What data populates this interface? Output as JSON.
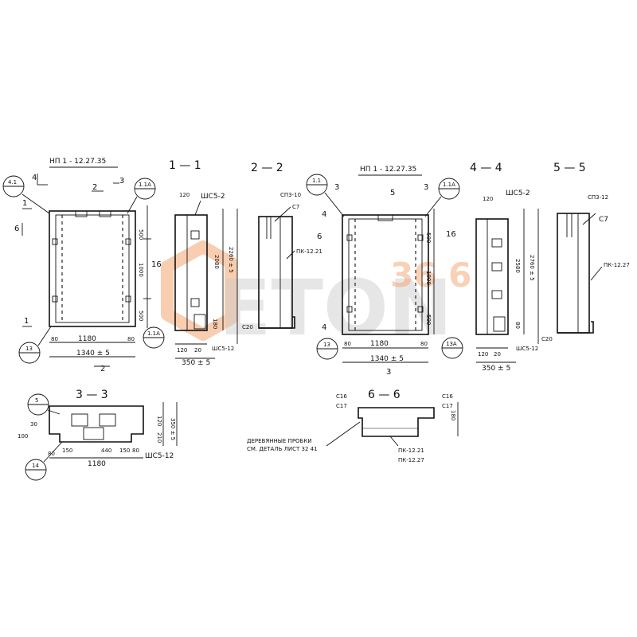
{
  "sections": {
    "np1_1235": "НП 1 - 12.27.35",
    "s11": "1 — 1",
    "s22": "2 — 2",
    "np1_1235b": "НП 1 - 12.27.35",
    "s44": "4 — 4",
    "s55": "5 — 5",
    "s33": "3 — 3",
    "s66": "6 — 6"
  },
  "dims": {
    "d1180": "1180",
    "d1340": "1340 ± 5",
    "d80": "80",
    "d500": "500",
    "d1000": "1000",
    "d2080": "2080",
    "d2260": "2260 ± 5",
    "d180": "180",
    "d350": "350 ± 5",
    "d20": "20",
    "d120": "120",
    "d2580": "2580",
    "d2760": "2760 ± 5",
    "d210": "210",
    "d440": "440",
    "d150": "150",
    "d30": "30",
    "d100": "100"
  },
  "refs": {
    "r41": "4.1",
    "r11a": "1.1А",
    "r13": "13",
    "r13a": "13А",
    "r11b": "1.1",
    "r5": "5",
    "r14": "14",
    "ns": "2",
    "n1": "1",
    "n3": "3",
    "n6": "6",
    "n16": "16",
    "n5": "5",
    "n4": "4"
  },
  "labels": {
    "shs52": "ШС5-2",
    "shs52b": "ШС5-12",
    "sp310": "СП3-10",
    "sp312": "СП3-12",
    "s7": "С7",
    "s20": "С20",
    "pk1221": "ПК-12.21",
    "pk1227": "ПК-12.27",
    "s16": "С16",
    "s17": "С17",
    "wood1": "ДЕРЕВЯННЫЕ ПРОБКИ",
    "wood2": "СМ. ДЕТАЛЬ ЛИСТ 32 41"
  },
  "watermark": {
    "brand": "ETON",
    "num": "36 6",
    "color": "#f2a46f"
  }
}
